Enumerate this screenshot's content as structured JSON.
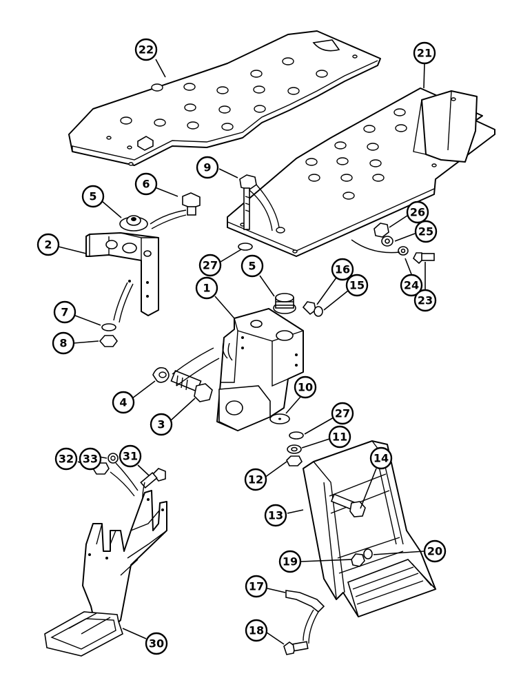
{
  "callouts": [
    {
      "id": "c22",
      "label": "22"
    },
    {
      "id": "c21",
      "label": "21"
    },
    {
      "id": "c9",
      "label": "9"
    },
    {
      "id": "c6",
      "label": "6"
    },
    {
      "id": "c5a",
      "label": "5"
    },
    {
      "id": "c2",
      "label": "2"
    },
    {
      "id": "c27a",
      "label": "27"
    },
    {
      "id": "c26",
      "label": "26"
    },
    {
      "id": "c25",
      "label": "25"
    },
    {
      "id": "c24",
      "label": "24"
    },
    {
      "id": "c23",
      "label": "23"
    },
    {
      "id": "c1",
      "label": "1"
    },
    {
      "id": "c5b",
      "label": "5"
    },
    {
      "id": "c16",
      "label": "16"
    },
    {
      "id": "c15",
      "label": "15"
    },
    {
      "id": "c7",
      "label": "7"
    },
    {
      "id": "c8",
      "label": "8"
    },
    {
      "id": "c4",
      "label": "4"
    },
    {
      "id": "c3",
      "label": "3"
    },
    {
      "id": "c10",
      "label": "10"
    },
    {
      "id": "c27b",
      "label": "27"
    },
    {
      "id": "c11",
      "label": "11"
    },
    {
      "id": "c12",
      "label": "12"
    },
    {
      "id": "c31",
      "label": "31"
    },
    {
      "id": "c33",
      "label": "33"
    },
    {
      "id": "c32",
      "label": "32"
    },
    {
      "id": "c14",
      "label": "14"
    },
    {
      "id": "c13",
      "label": "13"
    },
    {
      "id": "c19",
      "label": "19"
    },
    {
      "id": "c20",
      "label": "20"
    },
    {
      "id": "c17",
      "label": "17"
    },
    {
      "id": "c18",
      "label": "18"
    },
    {
      "id": "c30",
      "label": "30"
    }
  ]
}
